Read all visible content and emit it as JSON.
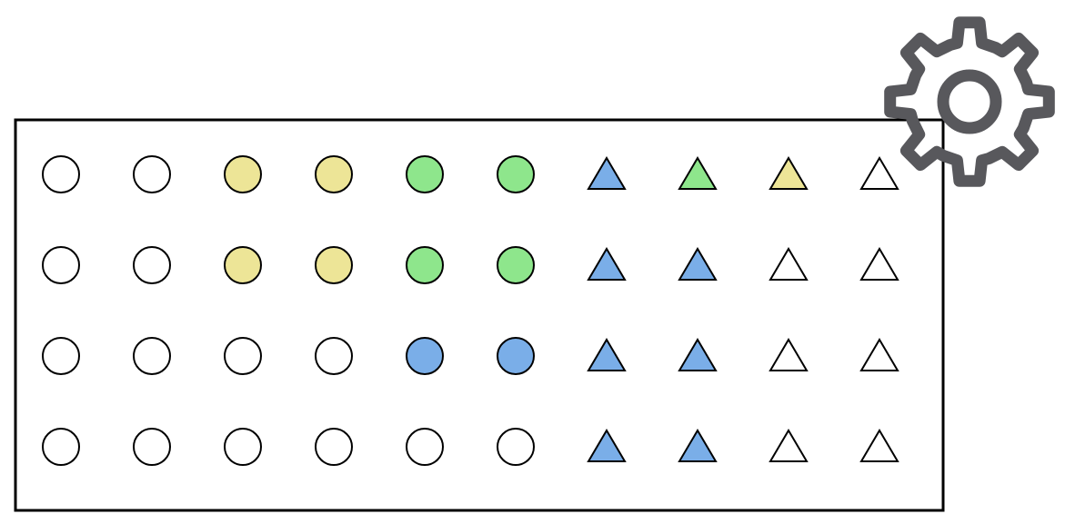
{
  "palette": {
    "white": "#ffffff",
    "yellow": "#ede597",
    "green": "#8ee68c",
    "blue": "#7aaee8",
    "stroke": "#000000",
    "gear": "#58585c"
  },
  "icons": {
    "settings": "gear-icon"
  },
  "grid": {
    "rows": [
      [
        {
          "shape": "circle",
          "fill": "white"
        },
        {
          "shape": "circle",
          "fill": "white"
        },
        {
          "shape": "circle",
          "fill": "yellow"
        },
        {
          "shape": "circle",
          "fill": "yellow"
        },
        {
          "shape": "circle",
          "fill": "green"
        },
        {
          "shape": "circle",
          "fill": "green"
        },
        {
          "shape": "triangle",
          "fill": "blue"
        },
        {
          "shape": "triangle",
          "fill": "green"
        },
        {
          "shape": "triangle",
          "fill": "yellow"
        },
        {
          "shape": "triangle",
          "fill": "white"
        }
      ],
      [
        {
          "shape": "circle",
          "fill": "white"
        },
        {
          "shape": "circle",
          "fill": "white"
        },
        {
          "shape": "circle",
          "fill": "yellow"
        },
        {
          "shape": "circle",
          "fill": "yellow"
        },
        {
          "shape": "circle",
          "fill": "green"
        },
        {
          "shape": "circle",
          "fill": "green"
        },
        {
          "shape": "triangle",
          "fill": "blue"
        },
        {
          "shape": "triangle",
          "fill": "blue"
        },
        {
          "shape": "triangle",
          "fill": "white"
        },
        {
          "shape": "triangle",
          "fill": "white"
        }
      ],
      [
        {
          "shape": "circle",
          "fill": "white"
        },
        {
          "shape": "circle",
          "fill": "white"
        },
        {
          "shape": "circle",
          "fill": "white"
        },
        {
          "shape": "circle",
          "fill": "white"
        },
        {
          "shape": "circle",
          "fill": "blue"
        },
        {
          "shape": "circle",
          "fill": "blue"
        },
        {
          "shape": "triangle",
          "fill": "blue"
        },
        {
          "shape": "triangle",
          "fill": "blue"
        },
        {
          "shape": "triangle",
          "fill": "white"
        },
        {
          "shape": "triangle",
          "fill": "white"
        }
      ],
      [
        {
          "shape": "circle",
          "fill": "white"
        },
        {
          "shape": "circle",
          "fill": "white"
        },
        {
          "shape": "circle",
          "fill": "white"
        },
        {
          "shape": "circle",
          "fill": "white"
        },
        {
          "shape": "circle",
          "fill": "white"
        },
        {
          "shape": "circle",
          "fill": "white"
        },
        {
          "shape": "triangle",
          "fill": "blue"
        },
        {
          "shape": "triangle",
          "fill": "blue"
        },
        {
          "shape": "triangle",
          "fill": "white"
        },
        {
          "shape": "triangle",
          "fill": "white"
        }
      ]
    ]
  }
}
